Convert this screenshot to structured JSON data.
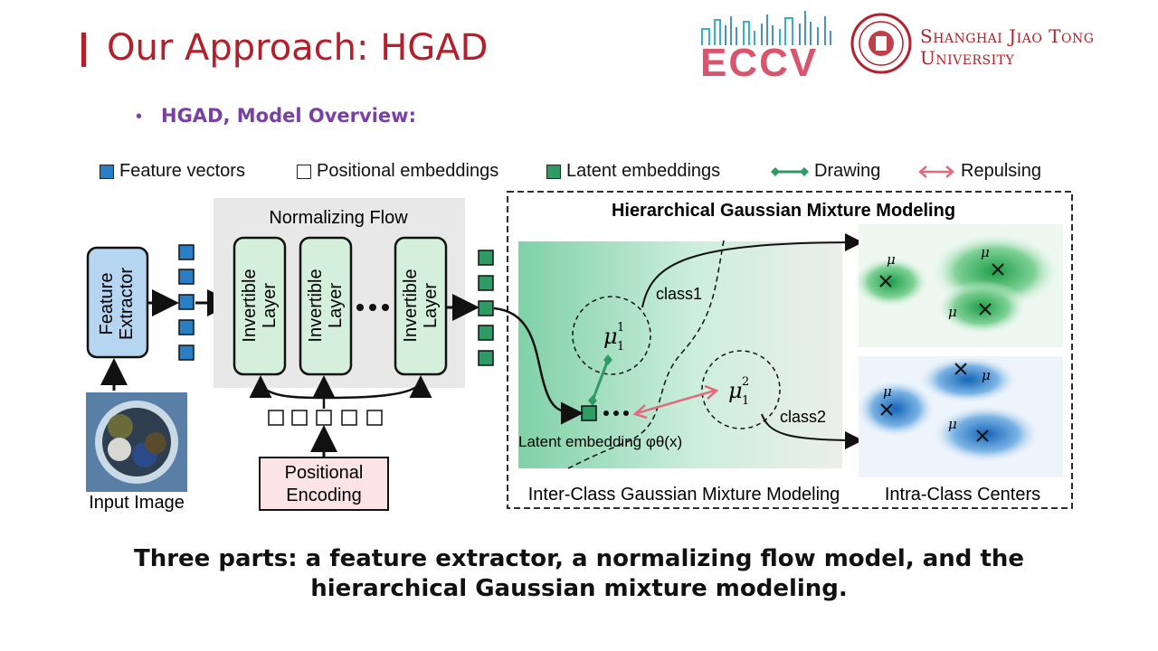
{
  "header": {
    "title": "Our Approach: HGAD",
    "bullet": "HGAD, Model Overview:",
    "logos": {
      "eccv": "ECCV",
      "university_line1": "Shanghai Jiao Tong",
      "university_line2": "University"
    }
  },
  "legend": [
    {
      "label": "Feature vectors",
      "icon": "blue-square-icon",
      "color": "#2a7fc4"
    },
    {
      "label": "Positional embeddings",
      "icon": "white-square-icon",
      "color": "#ffffff"
    },
    {
      "label": "Latent embeddings",
      "icon": "green-square-icon",
      "color": "#2e9a64"
    },
    {
      "label": "Drawing",
      "icon": "green-double-diamond-arrow-icon",
      "color": "#2e9a64"
    },
    {
      "label": "Repulsing",
      "icon": "pink-double-arrow-icon",
      "color": "#e06b7c"
    }
  ],
  "diagram": {
    "feature_extractor": "Feature Extractor",
    "input_image": "Input Image",
    "normalizing_flow": "Normalizing Flow",
    "invertible_layer": "Invertible Layer",
    "positional_encoding": "Positional Encoding",
    "hgmm_title": "Hierarchical Gaussian Mixture Modeling",
    "inter_class": "Inter-Class Gaussian Mixture Modeling",
    "intra_class": "Intra-Class Centers",
    "class1": "class1",
    "class2": "class2",
    "latent_embedding": "Latent embedding φθ(x)",
    "mu_class1": "μ",
    "mu_class2": "μ"
  },
  "caption": {
    "line1": "Three parts: a feature extractor, a normalizing flow model, and the",
    "line2": "hierarchical Gaussian mixture modeling."
  },
  "colors": {
    "title_red": "#b41f2a",
    "bullet_purple": "#7a3fa6",
    "feature_blue": "#2a7fc4",
    "layer_green": "#d4f0dc",
    "latent_green": "#2e9a64",
    "pos_pink": "#fbe3e6"
  }
}
